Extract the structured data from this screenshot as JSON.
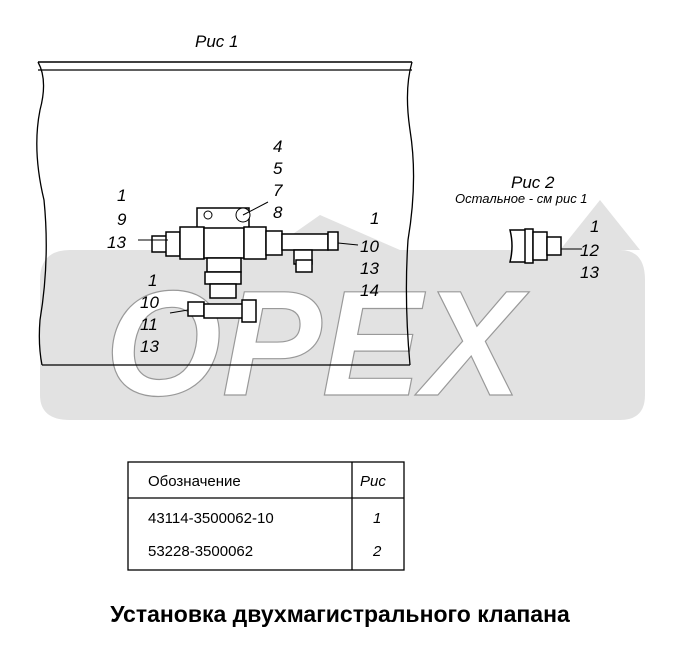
{
  "fig1": {
    "caption": "Рис  1",
    "callouts_left": [
      "1",
      "9",
      "13"
    ],
    "callouts_top": [
      "4",
      "5",
      "7",
      "8"
    ],
    "callouts_right": [
      "1",
      "10",
      "13",
      "14"
    ],
    "callouts_bottom": [
      "1",
      "10",
      "11",
      "13"
    ]
  },
  "fig2": {
    "caption": "Рис  2",
    "note": "Остальное - см  рис  1",
    "callouts": [
      "1",
      "12",
      "13"
    ]
  },
  "watermark": "OPEX",
  "table": {
    "headers": [
      "Обозначение",
      "Рис"
    ],
    "rows": [
      {
        "designation": "43114-3500062-10",
        "fig": "1"
      },
      {
        "designation": "53228-3500062",
        "fig": "2"
      }
    ]
  },
  "title": "Установка двухмагистрального клапана"
}
